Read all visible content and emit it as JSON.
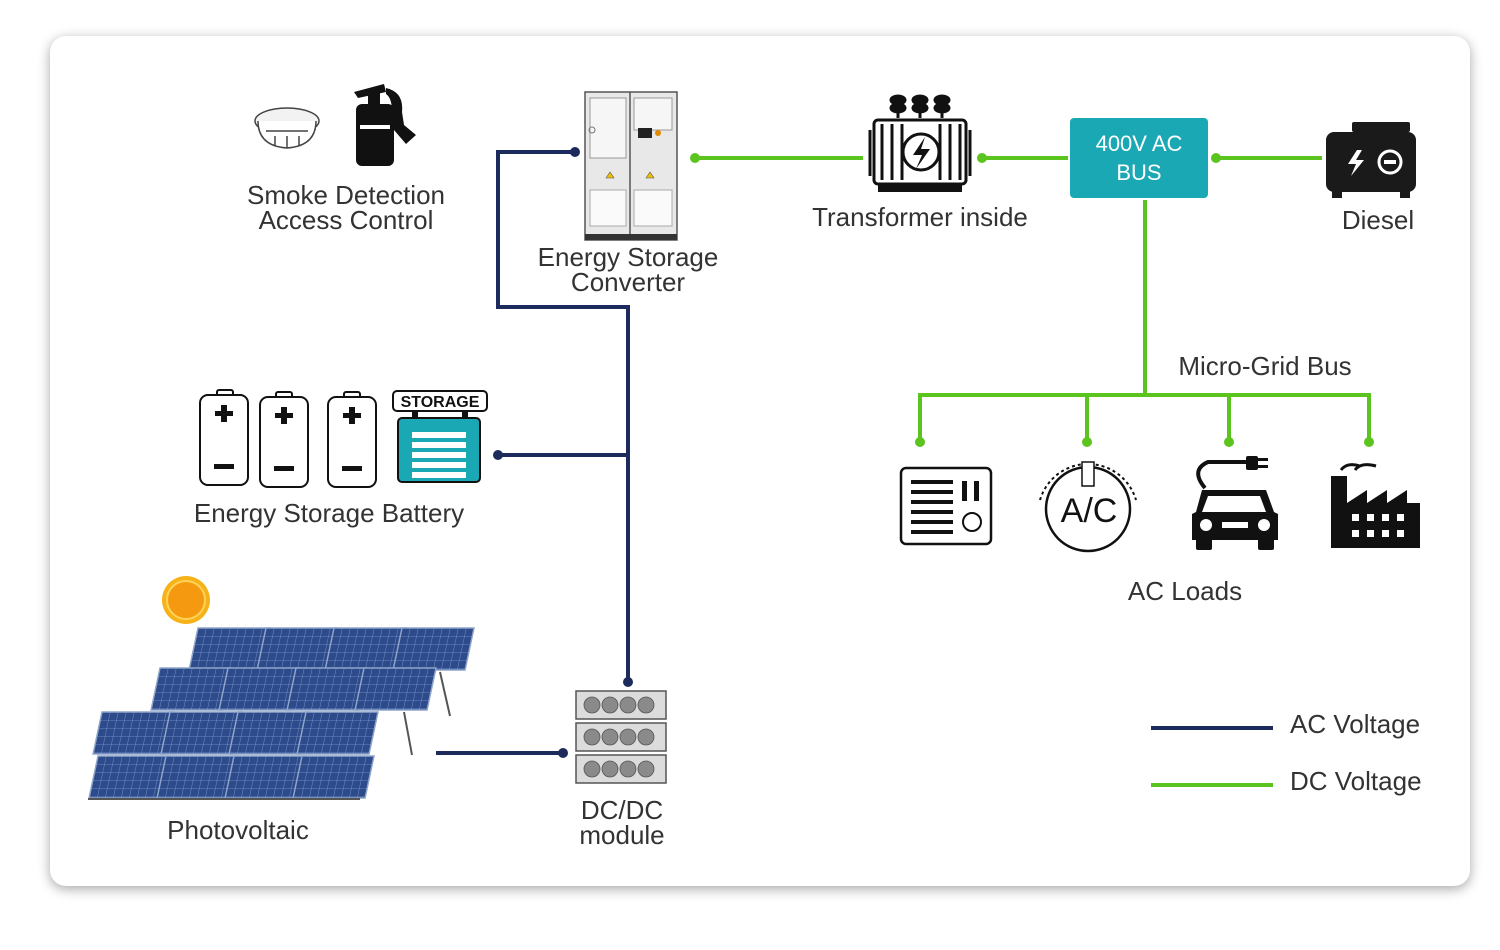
{
  "colors": {
    "ac_line": "#1c2a5c",
    "dc_line": "#5cc41e",
    "accent": "#1aa8b5",
    "dark_icon": "#1a1a1a"
  },
  "components": {
    "smoke_detection": {
      "line1": "Smoke Detection",
      "line2": "Access Control",
      "icons": [
        "smoke-detector-icon",
        "fire-extinguisher-icon"
      ]
    },
    "converter": {
      "line1": "Energy Storage",
      "line2": "Converter",
      "icon": "converter-cabinet-icon"
    },
    "transformer": {
      "label": "Transformer inside",
      "icon": "transformer-icon"
    },
    "ac_bus": {
      "line1": "400V AC",
      "line2": "BUS"
    },
    "diesel": {
      "label": "Diesel",
      "icon": "diesel-generator-icon"
    },
    "microgrid_bus": {
      "label": "Micro-Grid Bus"
    },
    "battery": {
      "label": "Energy Storage Battery",
      "storage_tag": "STORAGE",
      "icons": [
        "battery-icon",
        "storage-unit-icon"
      ]
    },
    "ac_loads": {
      "label": "AC Loads",
      "icons": [
        "panel-load-icon",
        "air-conditioner-icon",
        "electric-car-icon",
        "factory-icon"
      ],
      "ac_text": "A/C"
    },
    "photovoltaic": {
      "label": "Photovoltaic",
      "icons": [
        "sun-icon",
        "solar-panel-icon"
      ]
    },
    "dcdc": {
      "line1": "DC/DC",
      "line2": "module",
      "icon": "dcdc-rack-icon"
    }
  },
  "legend": [
    {
      "label": "AC Voltage",
      "color": "#1c2a5c"
    },
    {
      "label": "DC Voltage",
      "color": "#5cc41e"
    }
  ]
}
